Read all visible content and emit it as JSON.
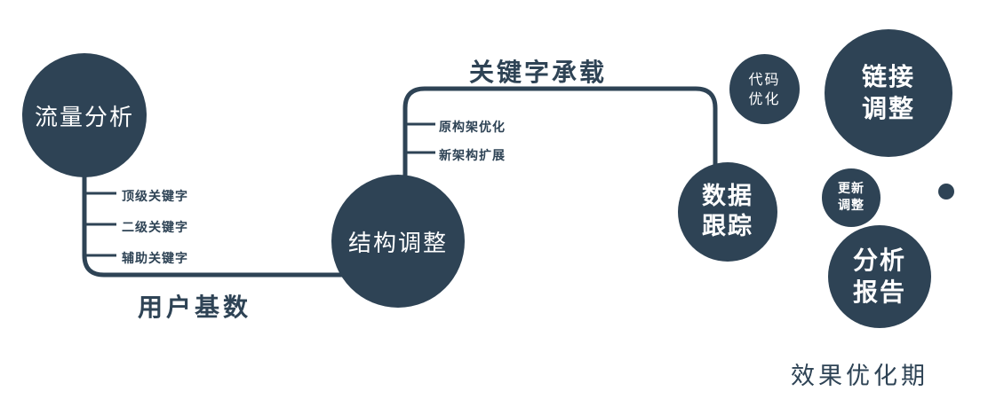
{
  "colors": {
    "primary": "#2e4355",
    "text_on_dark": "#ffffff",
    "background": "#ffffff"
  },
  "nodes": {
    "traffic": {
      "label": "流量分析"
    },
    "structure": {
      "label": "结构调整"
    },
    "tracking": {
      "line1": "数据",
      "line2": "跟踪"
    },
    "code": {
      "line1": "代码",
      "line2": "优化"
    },
    "link": {
      "line1": "链接",
      "line2": "调整"
    },
    "update": {
      "line1": "更新",
      "line2": "调整"
    },
    "report": {
      "line1": "分析",
      "line2": "报告"
    }
  },
  "edge_labels": {
    "keyword_load": "关键字承载",
    "user_base": "用户基数"
  },
  "branch_labels": {
    "traffic": [
      "顶级关键字",
      "二级关键字",
      "辅助关键字"
    ],
    "structure": [
      "原构架优化",
      "新架构扩展"
    ]
  },
  "caption": "效果优化期"
}
